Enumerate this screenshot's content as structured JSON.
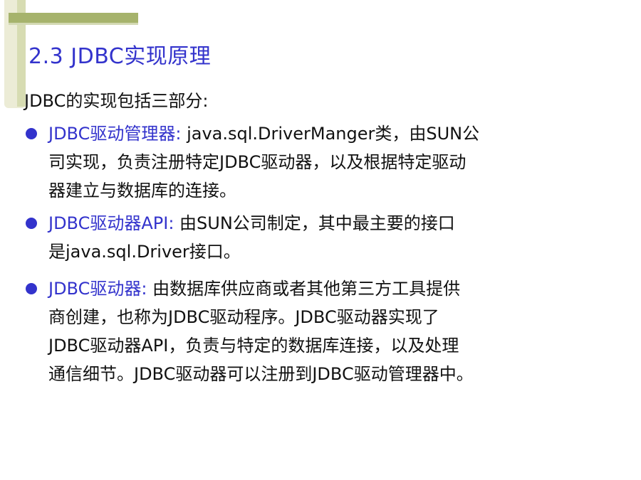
{
  "slide": {
    "title": "2.3  JDBC实现原理",
    "intro": "JDBC的实现包括三部分:"
  },
  "bullets": [
    {
      "term": "JDBC驱动管理器:",
      "lines": [
        " java.sql.DriverManger类，由SUN公",
        "司实现，负责注册特定JDBC驱动器，以及根据特定驱动",
        "器建立与数据库的连接。"
      ]
    },
    {
      "term": "JDBC驱动器API:",
      "lines": [
        " 由SUN公司制定，其中最主要的接口",
        "是java.sql.Driver接口。"
      ]
    },
    {
      "term": "JDBC驱动器:",
      "lines": [
        " 由数据库供应商或者其他第三方工具提供",
        "商创建，也称为JDBC驱动程序。JDBC驱动器实现了",
        "JDBC驱动器API，负责与特定的数据库连接，以及处理",
        "通信细节。JDBC驱动器可以注册到JDBC驱动管理器中。"
      ]
    }
  ],
  "colors": {
    "accent": "#3333cc",
    "text": "#111111",
    "deco_bar": "#a6b36c",
    "deco_light": "#d7dcb2"
  }
}
